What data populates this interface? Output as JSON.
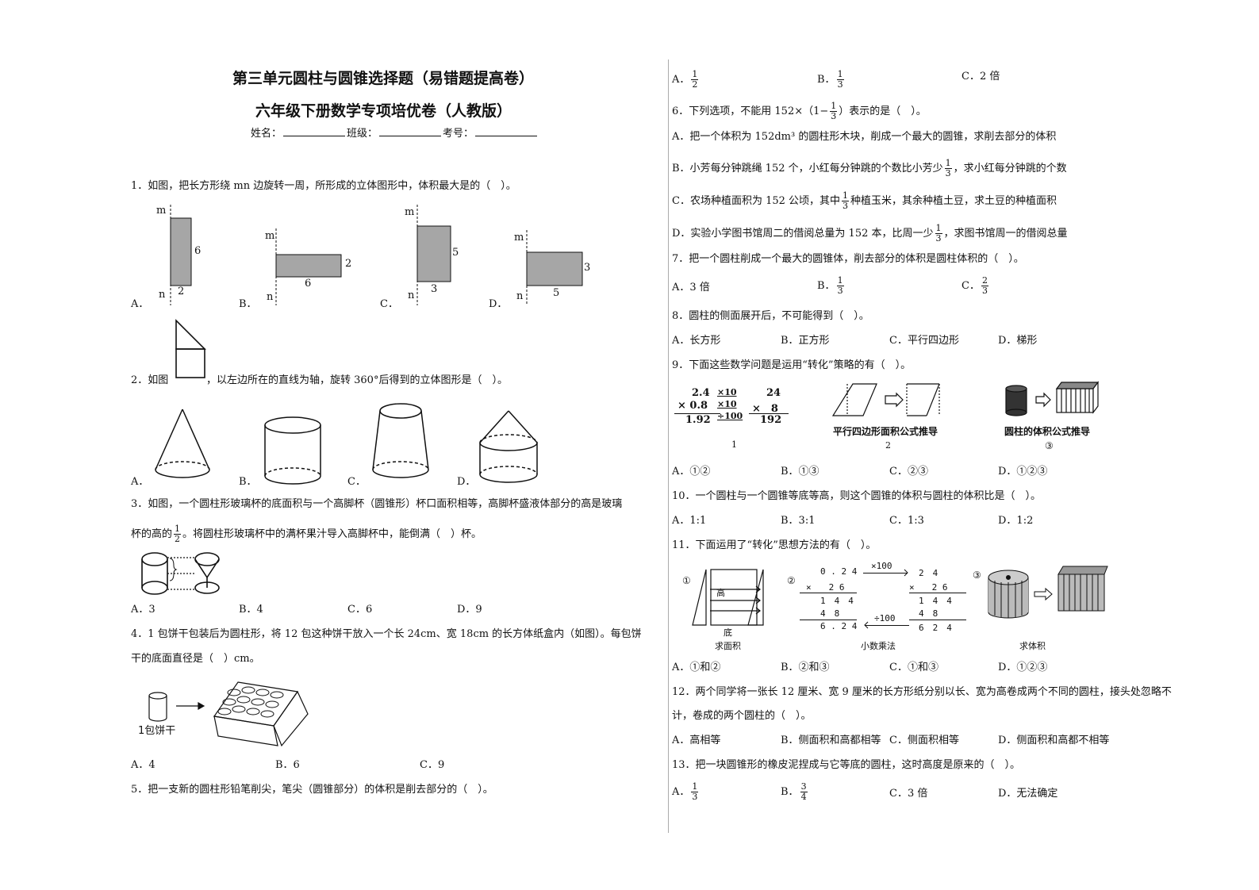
{
  "header": {
    "title": "第三单元圆柱与圆锥选择题（易错题提高卷）",
    "subtitle": "六年级下册数学专项培优卷（人教版）",
    "name_label": "姓名：",
    "class_label": "班级：",
    "id_label": "考号："
  },
  "questions": {
    "q1": {
      "stem": "1．如图，把长方形绕 mn 边旋转一周，所形成的立体图形中，体积最大是的（　）。",
      "options": [
        "A．",
        "B．",
        "C．",
        "D．"
      ],
      "figures": [
        {
          "width": "2",
          "height": "6"
        },
        {
          "width": "6",
          "height": "2"
        },
        {
          "width": "3",
          "height": "5"
        },
        {
          "width": "5",
          "height": "3"
        }
      ],
      "axis_top": "m",
      "axis_bottom": "n"
    },
    "q2": {
      "stem_a": "2．如图",
      "stem_b": "，以左边所在的直线为轴，旋转 360°后得到的立体图形是（　）。",
      "options": [
        "A．",
        "B．",
        "C．",
        "D．"
      ]
    },
    "q3": {
      "stem_line1": "3．如图，一个圆柱形玻璃杯的底面积与一个高脚杯（圆锥形）杯口面积相等，高脚杯盛液体部分的高是玻璃",
      "stem_line2_a": "杯的高的",
      "frac_num": "1",
      "frac_den": "2",
      "stem_line2_b": "。将圆柱形玻璃杯中的满杯果汁导入高脚杯中，能倒满（　）杯。",
      "options": [
        "A．3",
        "B．4",
        "C．6",
        "D．9"
      ]
    },
    "q4": {
      "stem_line1": "4．1 包饼干包装后为圆柱形，将 12 包这种饼干放入一个长 24cm、宽 18cm 的长方体纸盒内（如图）。每包饼",
      "stem_line2": "干的底面直径是（　）cm。",
      "figure_caption": "1包饼干",
      "options": [
        "A．4",
        "B．6",
        "C．9"
      ]
    },
    "q5": {
      "stem": "5．把一支新的圆柱形铅笔削尖，笔尖（圆锥部分）的体积是削去部分的（　）。",
      "options": [
        {
          "label": "A．",
          "num": "1",
          "den": "2"
        },
        {
          "label": "B．",
          "num": "1",
          "den": "3"
        },
        {
          "label": "C．2 倍"
        }
      ]
    },
    "q6": {
      "stem_a": "6．下列选项，不能用 152×（1−",
      "frac_num": "1",
      "frac_den": "3",
      "stem_b": "）表示的是（　）。",
      "optA": "A．把一个体积为 152dm³ 的圆柱形木块，削成一个最大的圆锥，求削去部分的体积",
      "optB_a": "B．小芳每分钟跳绳 152 个，小红每分钟跳的个数比小芳少",
      "optB_b": "，求小红每分钟跳的个数",
      "optC_a": "C．农场种植面积为 152 公顷，其中",
      "optC_b": "种植玉米，其余种植土豆，求土豆的种植面积",
      "optD_a": "D．实验小学图书馆周二的借阅总量为 152 本，比周一少",
      "optD_b": "，求图书馆周一的借阅总量"
    },
    "q7": {
      "stem": "7．把一个圆柱削成一个最大的圆锥体，削去部分的体积是圆柱体积的（　）。",
      "options": [
        {
          "label": "A．3 倍"
        },
        {
          "label": "B．",
          "num": "1",
          "den": "3"
        },
        {
          "label": "C．",
          "num": "2",
          "den": "3"
        }
      ]
    },
    "q8": {
      "stem": "8．圆柱的侧面展开后，不可能得到（　）。",
      "options": [
        "A．长方形",
        "B．正方形",
        "C．平行四边形",
        "D．梯形"
      ]
    },
    "q9": {
      "stem": "9．下面这些数学问题是运用“转化”策略的有（　）。",
      "fig1": {
        "a": "2.4",
        "b": "× 0.8",
        "r": "1.92",
        "op1": "×10",
        "op2": "×10",
        "op3": "÷100",
        "a2": "24",
        "b2": "×　8",
        "r2": "192",
        "caption": "1"
      },
      "fig2": {
        "caption": "平行四边形面积公式推导",
        "num": "2"
      },
      "fig3": {
        "caption": "圆柱的体积公式推导",
        "num": "③"
      },
      "options": [
        "A．①②",
        "B．①③",
        "C．②③",
        "D．①②③"
      ]
    },
    "q10": {
      "stem": "10．一个圆柱与一个圆锥等底等高，则这个圆锥的体积与圆柱的体积比是（　）。",
      "options": [
        "A．1:1",
        "B．3:1",
        "C．1:3",
        "D．1:2"
      ]
    },
    "q11": {
      "stem": "11．下面运用了“转化”思想方法的有（　）。",
      "fig1": {
        "mark": "①",
        "height": "高",
        "base": "底",
        "caption": "求面积"
      },
      "fig2": {
        "mark": "②",
        "r1": "0 . 2 4",
        "r2": "×　　2 6",
        "r3": "1　4　4",
        "r4": "4　8",
        "r5": "6 . 2 4",
        "s1": "2　4",
        "s2": "×　　2 6",
        "s3": "1　4　4",
        "s4": "4　8",
        "s5": "6　2　4",
        "op_top": "×100",
        "op_bottom": "÷100",
        "caption": "小数乘法"
      },
      "fig3": {
        "mark": "③",
        "caption": "求体积"
      },
      "options": [
        "A．①和②",
        "B．②和③",
        "C．①和③",
        "D．①②③"
      ]
    },
    "q12": {
      "stem_line1": "12．两个同学将一张长 12 厘米、宽 9 厘米的长方形纸分别以长、宽为高卷成两个不同的圆柱，接头处忽略不",
      "stem_line2": "计，卷成的两个圆柱的（　）。",
      "options": [
        "A．高相等",
        "B．侧面积和高都相等",
        "C．侧面积相等",
        "D．侧面积和高都不相等"
      ]
    },
    "q13": {
      "stem": "13．把一块圆锥形的橡皮泥捏成与它等底的圆柱，这时高度是原来的（　）。",
      "options": [
        {
          "label": "A．",
          "num": "1",
          "den": "3"
        },
        {
          "label": "B．",
          "num": "3",
          "den": "4"
        },
        {
          "label": "C．3 倍"
        },
        {
          "label": "D．无法确定"
        }
      ]
    }
  }
}
